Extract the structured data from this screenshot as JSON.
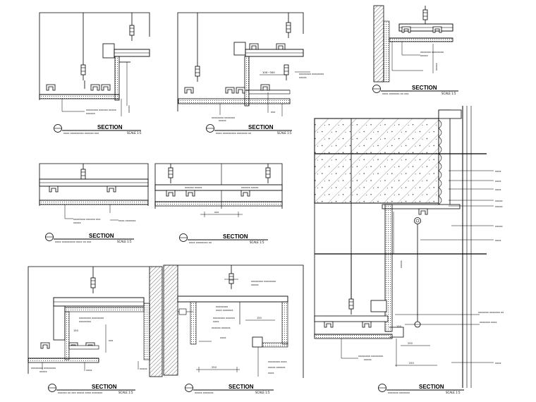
{
  "sheet": {
    "details": [
      {
        "id": "d1",
        "title": "SECTION",
        "scale": "SCALE 1:5"
      },
      {
        "id": "d2",
        "title": "SECTION",
        "scale": "SCALE 1:5"
      },
      {
        "id": "d3",
        "title": "SECTION",
        "scale": "SCALE 1:5"
      },
      {
        "id": "d4",
        "title": "SECTION",
        "scale": "SCALE 1:5"
      },
      {
        "id": "d5",
        "title": "SECTION",
        "scale": "SCALE 1:5"
      },
      {
        "id": "d6",
        "title": "SECTION",
        "scale": "SCALE 1:5"
      },
      {
        "id": "d7",
        "title": "SECTION",
        "scale": "SCALE 1:5"
      },
      {
        "id": "d8",
        "title": "SECTION",
        "scale": "SCALE 1:5"
      }
    ],
    "dims": {
      "d2_a": "100~300",
      "d6_a": "150",
      "d7_a": "250",
      "d7_b": "150",
      "d8_a": "250",
      "d8_b": "250",
      "d8_c": "100"
    }
  },
  "colors": {
    "line": "#000000",
    "hatch": "#444444",
    "paper": "#ffffff"
  }
}
